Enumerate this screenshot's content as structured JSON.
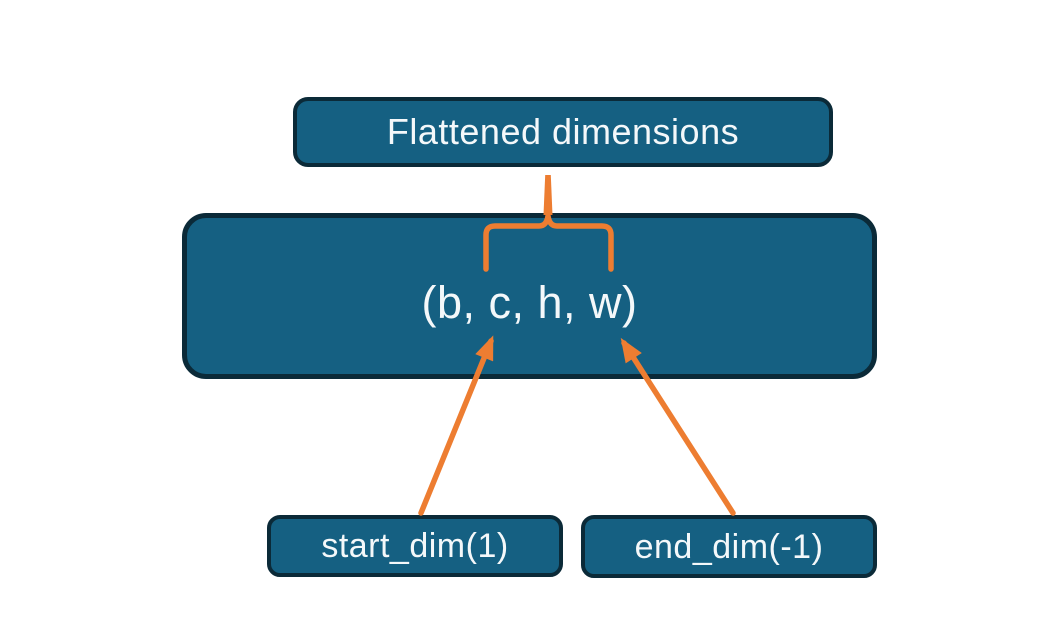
{
  "colors": {
    "background": "#ffffff",
    "box_fill": "#156082",
    "box_border": "#0b2a38",
    "box_text": "#f4f8fa",
    "connector": "#ed7d31"
  },
  "diagram": {
    "top_box": {
      "label": "Flattened dimensions"
    },
    "main_box": {
      "label": "(b, c, h, w)"
    },
    "start_box": {
      "label": "start_dim(1)"
    },
    "end_box": {
      "label": "end_dim(-1)"
    }
  }
}
